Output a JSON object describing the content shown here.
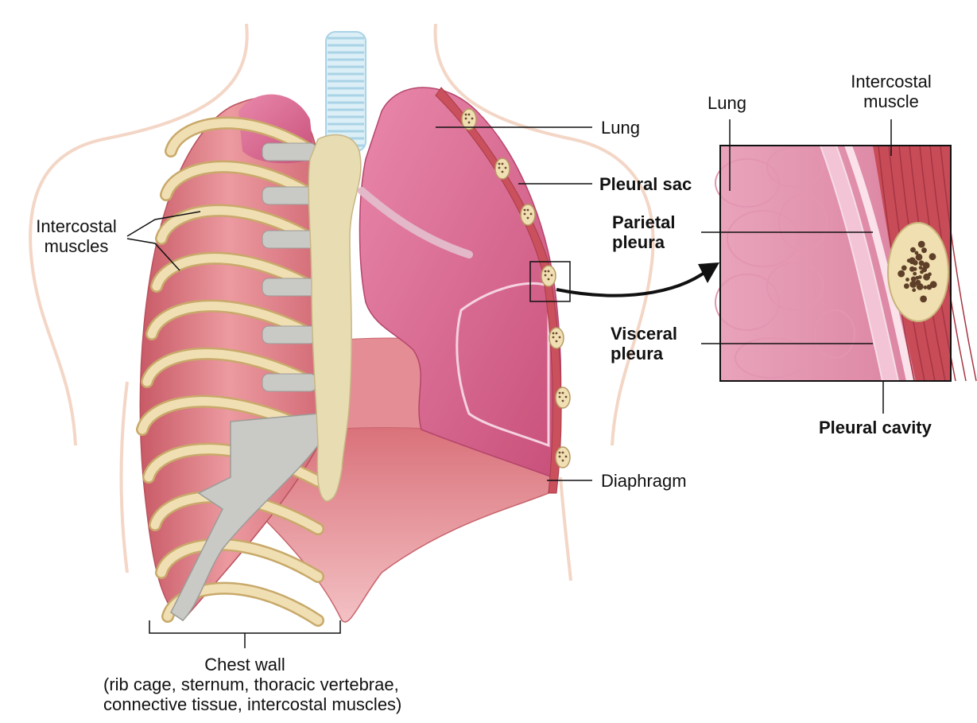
{
  "labels": {
    "lung_main": "Lung",
    "pleural_sac": "Pleural sac",
    "parietal_pleura": [
      "Parietal",
      "pleura"
    ],
    "visceral_pleura": [
      "Visceral",
      "pleura"
    ],
    "diaphragm": "Diaphragm",
    "intercostal_muscles": [
      "Intercostal",
      "muscles"
    ],
    "inset_lung": "Lung",
    "inset_intercostal_muscle": [
      "Intercostal",
      "muscle"
    ],
    "pleural_cavity": "Pleural cavity",
    "chest_wall": [
      "Chest wall",
      "(rib cage, sternum, thoracic vertebrae,",
      "connective tissue, intercostal muscles)"
    ]
  },
  "colors": {
    "lung": "#d9698f",
    "muscle": "#e07b84",
    "rib": "#f1dfb4",
    "cartilage": "#c9c9c6",
    "sternum": "#e8dcb2",
    "bone_dark": "#6d4b2e",
    "skin_outline": "#f3d6c6",
    "trachea": "#a9d3e6"
  }
}
